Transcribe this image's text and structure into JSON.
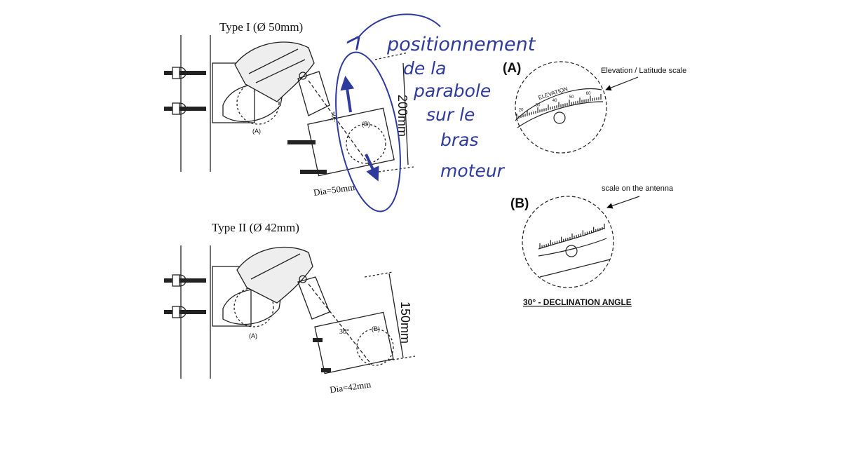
{
  "type1": {
    "title": "Type I (Ø 50mm)",
    "label_a": "(A)",
    "label_b": "(B)",
    "angle": "30°",
    "length": "200mm",
    "diameter": "Dia=50mm"
  },
  "type2": {
    "title": "Type II (Ø 42mm)",
    "label_a": "(A)",
    "label_b": "(B)",
    "angle": "30°",
    "length": "150mm",
    "diameter": "Dia=42mm"
  },
  "annotation": {
    "lines": [
      "positionnement",
      "de la",
      "parabole",
      "sur le",
      "bras",
      "moteur"
    ],
    "color": "#2e3a9c"
  },
  "detail_a": {
    "label": "(A)",
    "caption": "Elevation / Latitude scale",
    "scale_word": "ELEVATION",
    "ticks": [
      "20",
      "30",
      "40",
      "50",
      "60"
    ]
  },
  "detail_b": {
    "label": "(B)",
    "caption": "scale on the antenna",
    "footer": "30° - DECLINATION ANGLE"
  }
}
